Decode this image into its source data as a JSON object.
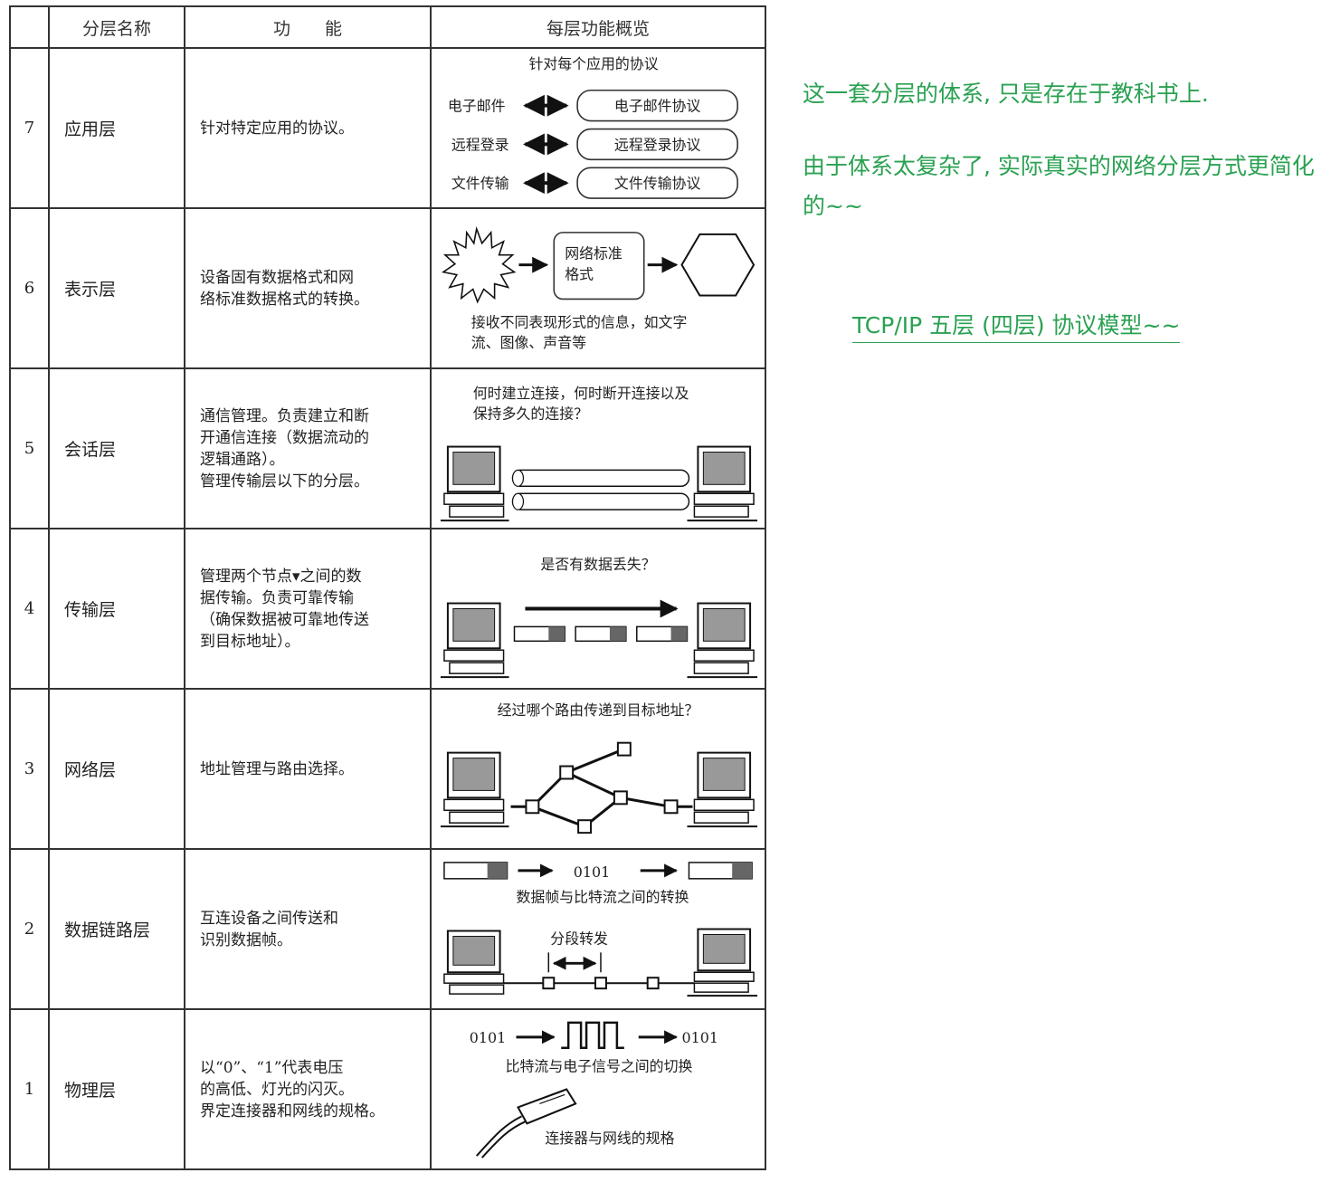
{
  "table": {
    "headers": [
      "",
      "分层名称",
      "功　　能",
      "每层功能概览"
    ],
    "layers": [
      {
        "num": "7",
        "name": "应用层",
        "function": "针对特定应用的协议。"
      },
      {
        "num": "6",
        "name": "表示层",
        "function": "设备固有数据格式和网\n络标准数据格式的转换。"
      },
      {
        "num": "5",
        "name": "会话层",
        "function": "通信管理。负责建立和断\n开通信连接（数据流动的\n逻辑通路）。\n管理传输层以下的分层。"
      },
      {
        "num": "4",
        "name": "传输层",
        "function": "管理两个节点▾之间的数\n据传输。负责可靠传输\n（确保数据被可靠地传送\n到目标地址）。"
      },
      {
        "num": "3",
        "name": "网络层",
        "function": "地址管理与路由选择。"
      },
      {
        "num": "2",
        "name": "数据链路层",
        "function": "互连设备之间传送和\n识别数据帧。"
      },
      {
        "num": "1",
        "name": "物理层",
        "function": "以“0”、“1”代表电压\n的高低、灯光的闪灭。\n界定连接器和网线的规格。"
      }
    ]
  },
  "overview": {
    "l7": {
      "title": "针对每个应用的协议",
      "rows": [
        {
          "app": "电子邮件",
          "protocol": "电子邮件协议"
        },
        {
          "app": "远程登录",
          "protocol": "远程登录协议"
        },
        {
          "app": "文件传输",
          "protocol": "文件传输协议"
        }
      ]
    },
    "l6": {
      "box_line1": "网络标准",
      "box_line2": "格式",
      "caption_line1": "接收不同表现形式的信息，如文字",
      "caption_line2": "流、图像、声音等"
    },
    "l5": {
      "caption_line1": "何时建立连接，何时断开连接以及",
      "caption_line2": "保持多久的连接？"
    },
    "l4": {
      "caption": "是否有数据丢失？"
    },
    "l3": {
      "caption": "经过哪个路由传递到目标地址？"
    },
    "l2": {
      "bits": "0101",
      "caption": "数据帧与比特流之间的转换",
      "segment_label": "分段转发"
    },
    "l1": {
      "bits_left": "0101",
      "bits_right": "0101",
      "caption": "比特流与电子信号之间的切换",
      "connector_caption": "连接器与网线的规格"
    }
  },
  "notes": {
    "line1": "这一套分层的体系, 只是存在于教科书上.",
    "line2": "由于体系太复杂了, 实际真实的网络分层方式更简化的~~",
    "link": "TCP/IP 五层 (四层) 协议模型~~"
  },
  "colors": {
    "note_green": "#2aa152",
    "line": "#333333"
  }
}
